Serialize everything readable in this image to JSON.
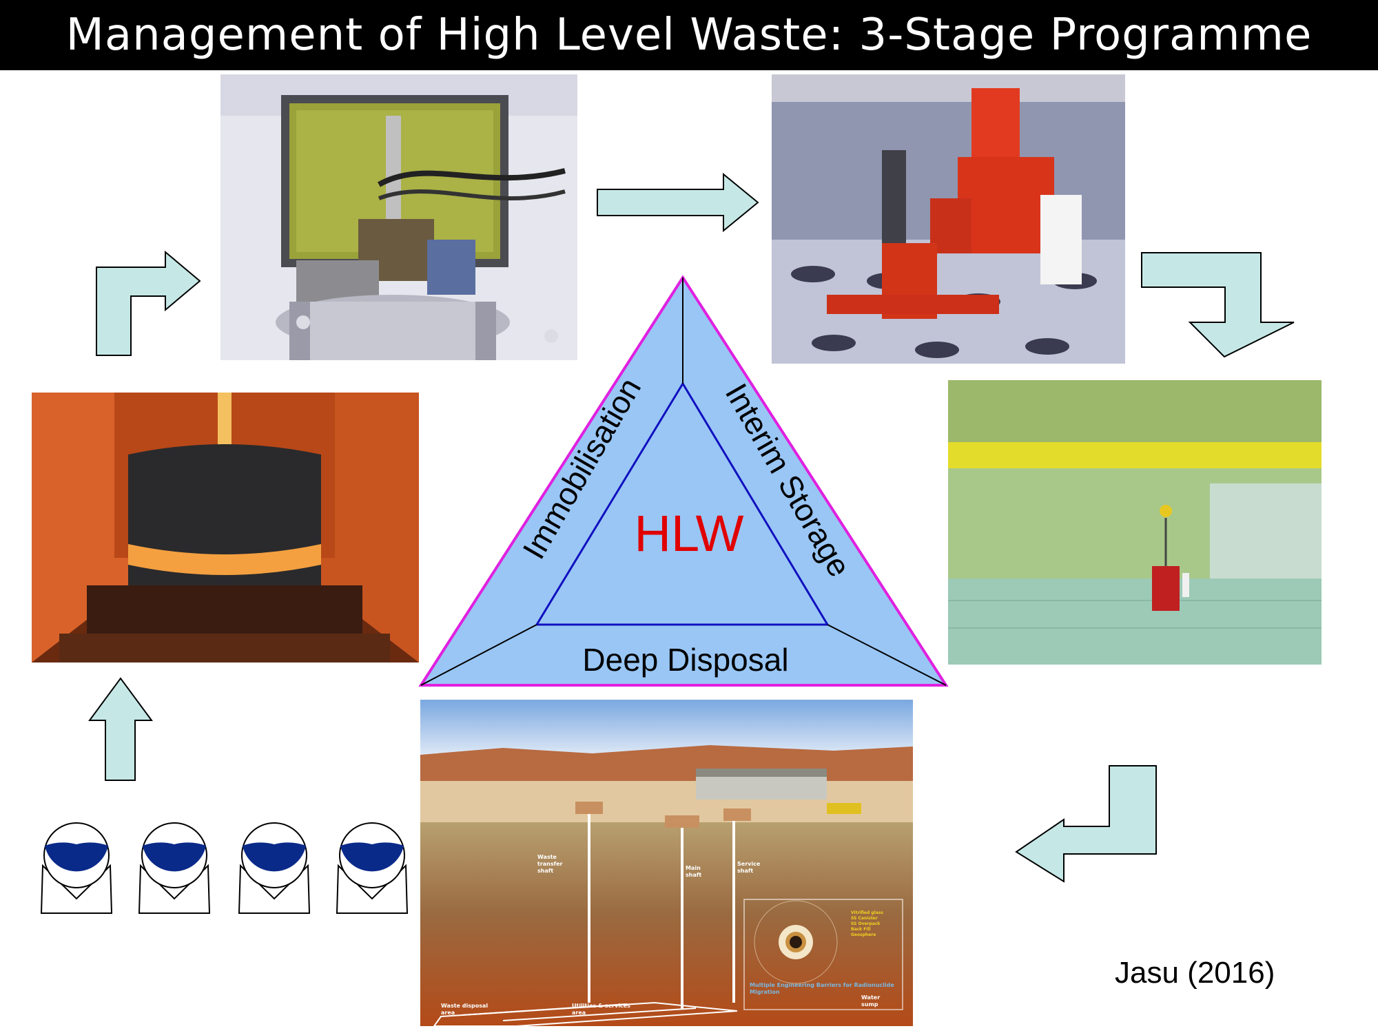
{
  "title": "Management of High Level Waste:  3-Stage Programme",
  "triangle": {
    "center_label": "HLW",
    "left_label": "Immobilisation",
    "right_label": "Interim Storage",
    "bottom_label": "Deep Disposal"
  },
  "repository_labels": {
    "waste_transfer_shaft": "Waste transfer shaft",
    "main_shaft": "Main shaft",
    "service_shaft": "Service shaft",
    "waste_disposal_area": "Waste disposal area",
    "utilities_area": "Utilities & services area",
    "water_sump": "Water sump",
    "barriers_caption": "Multiple Engineering Barriers for Radionuclide Migration",
    "barrier_layers": [
      "Vitrified glass",
      "SS Canister",
      "SS Overpack",
      "Back Fill",
      "Geosphere"
    ]
  },
  "credit": "Jasu  (2016)",
  "colors": {
    "arrow_fill": "#c5e8e6",
    "triangle_fill": "#99c6f5",
    "triangle_border": "#e020e0",
    "inner_line": "#1010c0",
    "hlw_text": "#e00000",
    "tank_fill": "#0a2a8a"
  },
  "icons": [
    "arrow-up-icon",
    "arrow-bend-right-icon",
    "arrow-right-icon",
    "arrow-bend-down-icon",
    "arrow-bend-left-icon"
  ]
}
